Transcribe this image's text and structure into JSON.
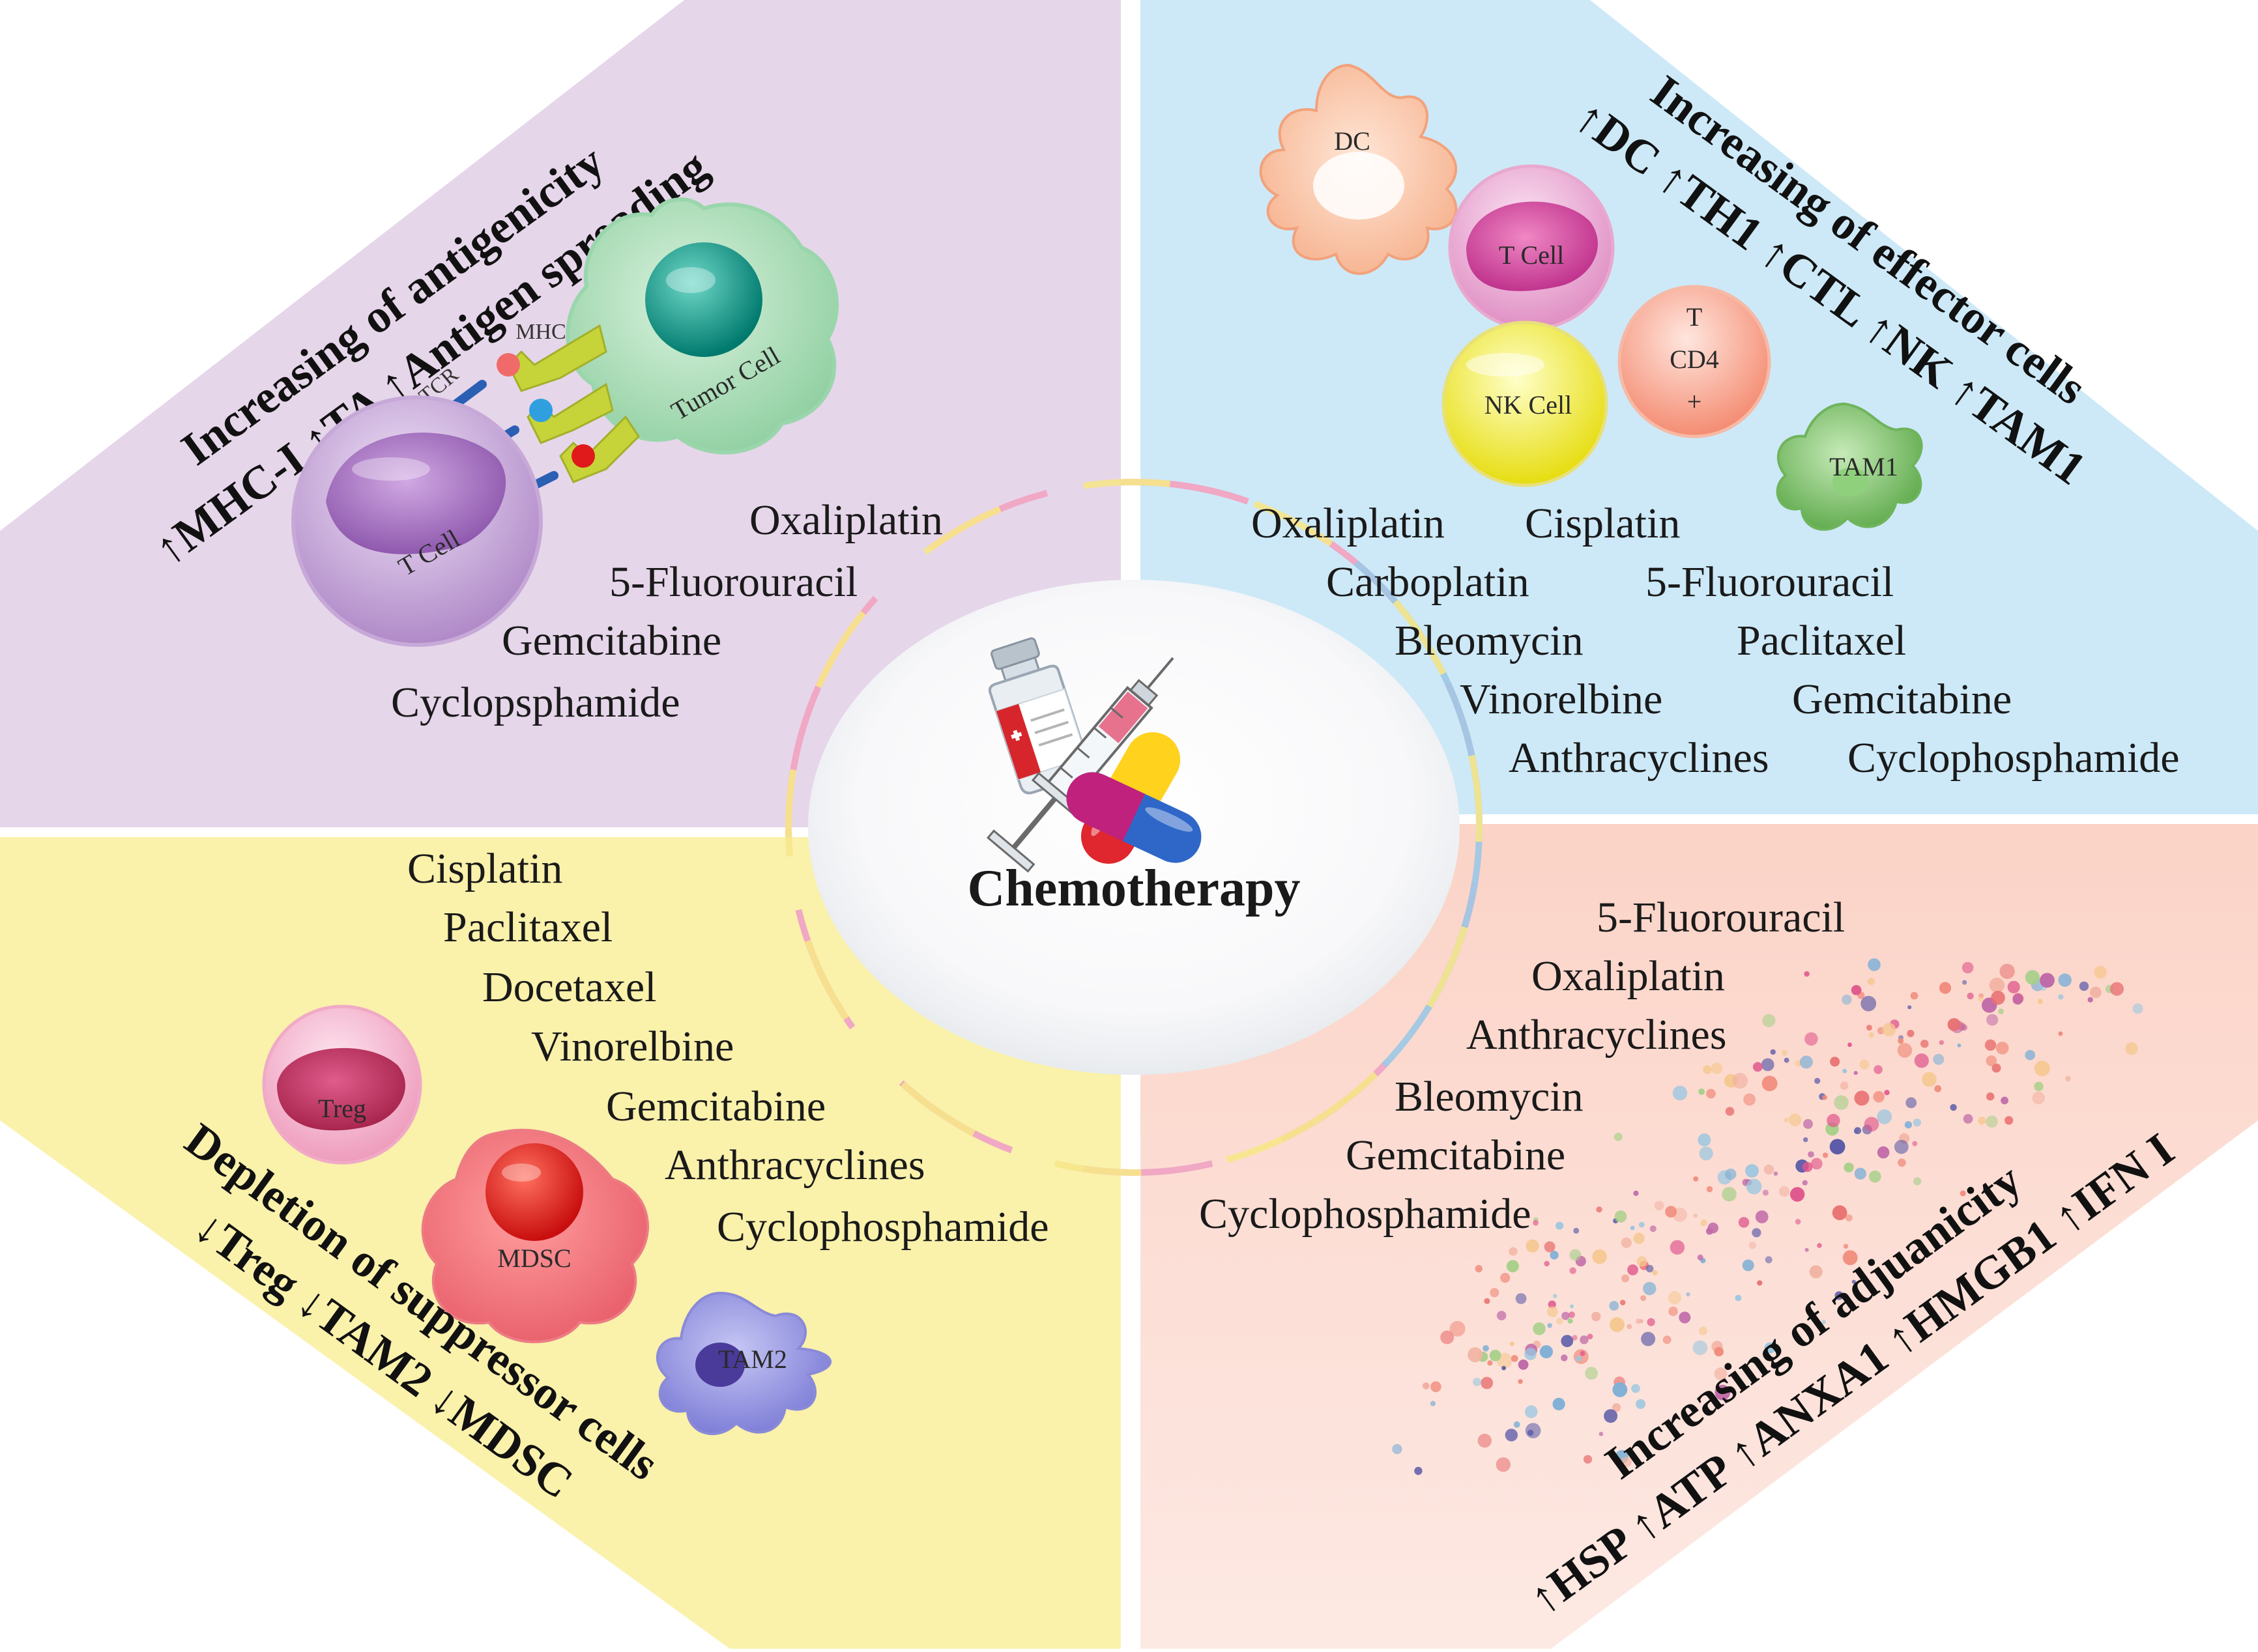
{
  "center": {
    "title": "Chemotherapy"
  },
  "colors": {
    "antigenicity_bg": "#e6d6ea",
    "effector_bg": "#cde9f8",
    "suppressor_bg": "#faf1ab",
    "adjuvanicity_bg": "#fbd9cf"
  },
  "antigenicity": {
    "heading": "Increasing of antigenicity",
    "markers": "↑MHC-I ↑TA ↑Antigen spreading",
    "drugs": [
      "Oxaliplatin",
      "5-Fluorouracil",
      "Gemcitabine",
      "Cyclopsphamide"
    ],
    "labels": {
      "tumor_cell": "Tumor Cell",
      "t_cell": "T Cell",
      "mhc": "MHC",
      "tcr": "TCR"
    }
  },
  "effector": {
    "heading": "Increasing of effector cells",
    "markers": "↑DC ↑TH1 ↑CTL ↑NK ↑TAM1",
    "drugs": [
      "Oxaliplatin",
      "Cisplatin",
      "Carboplatin",
      "5-Fluorouracil",
      "Bleomycin",
      "Paclitaxel",
      "Vinorelbine",
      "Gemcitabine",
      "Anthracyclines",
      "Cyclophosphamide"
    ],
    "labels": {
      "dc": "DC",
      "t_cell": "T Cell",
      "t_cd4_line1": "T",
      "t_cd4_line2": "CD4",
      "t_cd4_line3": "+",
      "nk_cell": "NK Cell",
      "tam1": "TAM1"
    }
  },
  "suppressor": {
    "heading": "Depletion of suppressor cells",
    "markers": "↓Treg  ↓TAM2  ↓MDSC",
    "drugs": [
      "Cisplatin",
      "Paclitaxel",
      "Docetaxel",
      "Vinorelbine",
      "Gemcitabine",
      "Anthracyclines",
      "Cyclophosphamide"
    ],
    "labels": {
      "treg": "Treg",
      "mdsc": "MDSC",
      "tam2": "TAM2"
    }
  },
  "adjuvanicity": {
    "heading": "Increasing of adjuanicity",
    "markers": "↑HSP ↑ATP ↑ANXA1 ↑HMGB1 ↑IFN I",
    "drugs": [
      "5-Fluorouracil",
      "Oxaliplatin",
      "Anthracyclines",
      "Bleomycin",
      "Gemcitabine",
      "Cyclophosphamide"
    ]
  }
}
